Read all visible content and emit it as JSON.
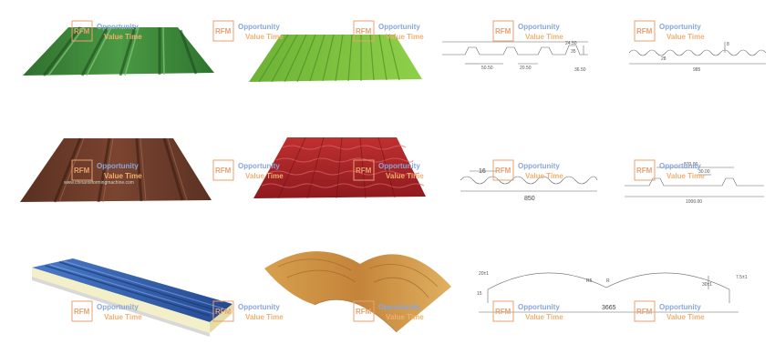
{
  "watermark": {
    "logo": "RFM",
    "line1": "Opportunity",
    "line2": "Value Time",
    "site": "www.chinarollformingmachine.com"
  },
  "colors": {
    "green_sheet": "#3f8a3c",
    "lime_sheet": "#7cc63e",
    "brown_sheet": "#6a3a26",
    "red_tile": "#b5242a",
    "blue_panel": "#2f5aa8",
    "wood_sheet": "#c98a3c"
  },
  "drawings": {
    "d1": {
      "labels": [
        "24.50",
        "50.50",
        "35",
        "20.50",
        "36.50"
      ]
    },
    "d2": {
      "labels": [
        "985",
        "8",
        "28"
      ]
    },
    "d3": {
      "labels": [
        "16",
        "850"
      ]
    },
    "d4": {
      "labels": [
        "870.00",
        "30.00",
        "1000.00"
      ]
    },
    "d5": {
      "labels": [
        "20±1",
        "15",
        "R5",
        "R",
        "30±1",
        "7.5±1",
        "3665"
      ]
    }
  }
}
